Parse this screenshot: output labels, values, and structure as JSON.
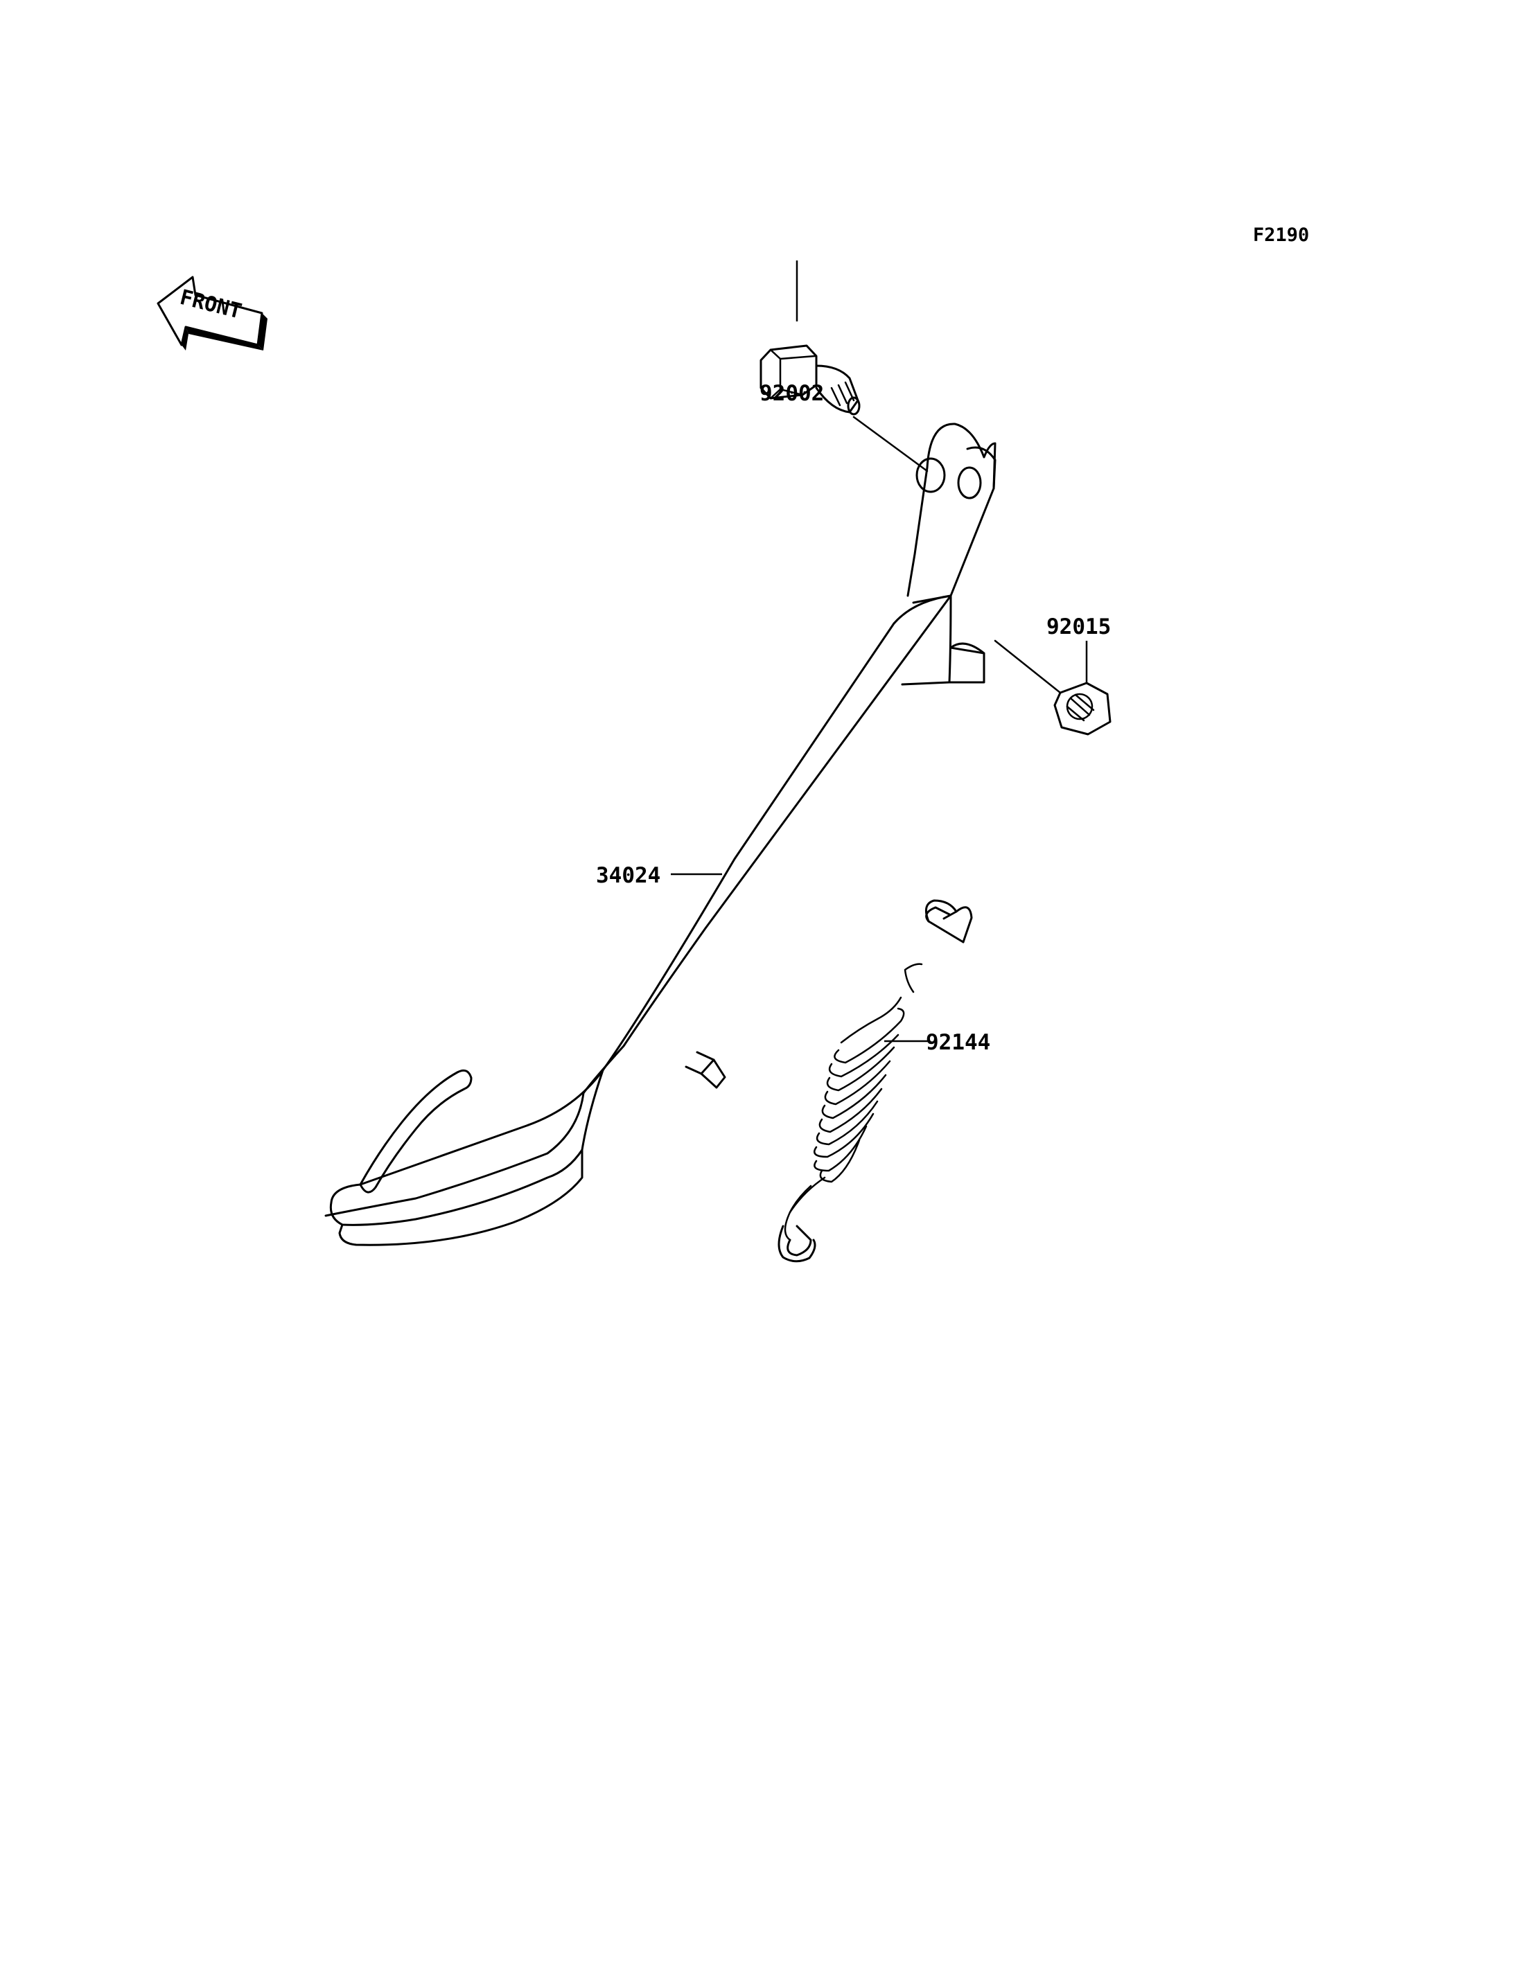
{
  "figure_code": "F2190",
  "front_label": "FRONT",
  "parts": {
    "bolt": "92002",
    "nut": "92015",
    "side_stand": "34024",
    "spring": "92144"
  }
}
